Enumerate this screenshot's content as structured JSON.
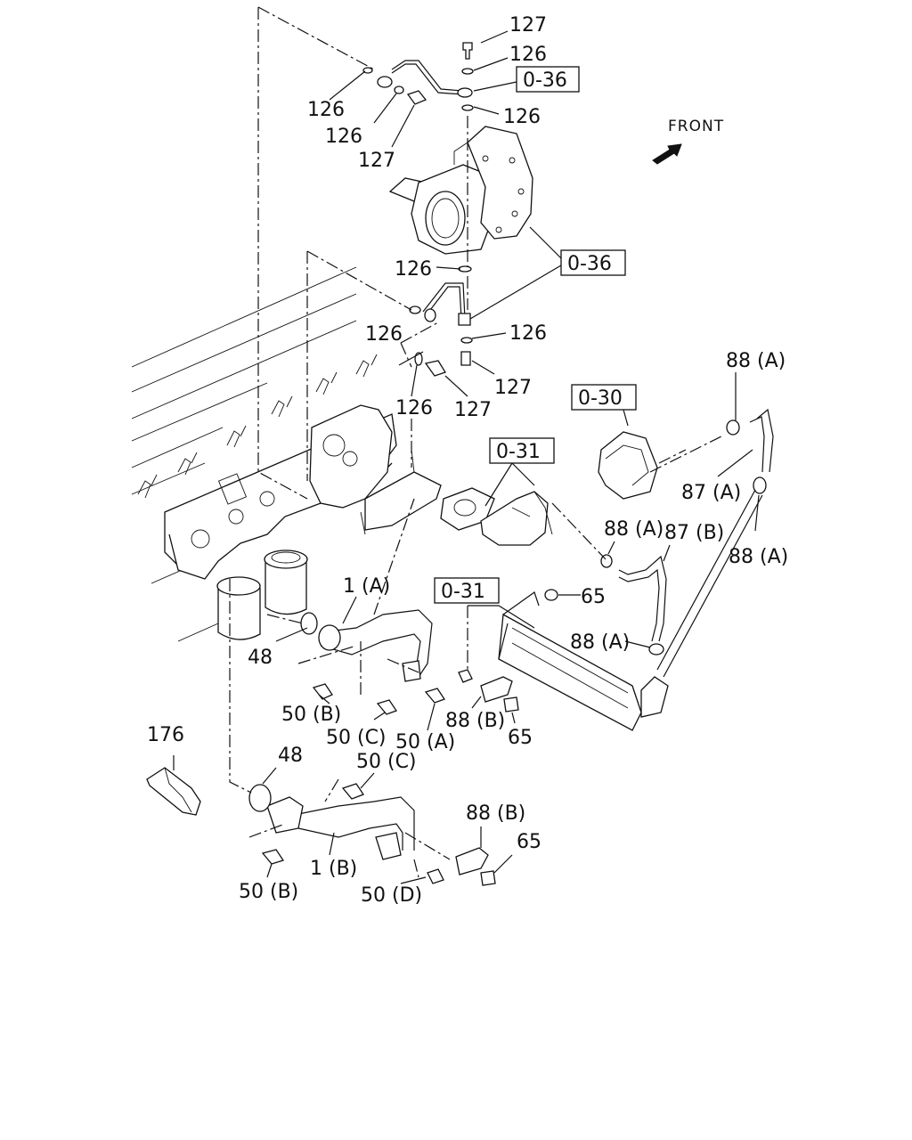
{
  "diagram": {
    "front_label": "FRONT",
    "references": [
      "0-36",
      "0-36",
      "0-30",
      "0-31",
      "0-31"
    ],
    "callouts": [
      "127",
      "126",
      "126",
      "126",
      "127",
      "126",
      "126",
      "126",
      "126",
      "127",
      "126",
      "127",
      "88 (A)",
      "87 (A)",
      "88 (A)",
      "88 (A)",
      "87 (B)",
      "88 (A)",
      "65",
      "1 (A)",
      "48",
      "50 (B)",
      "50 (C)",
      "50 (A)",
      "88 (B)",
      "65",
      "176",
      "48",
      "50 (C)",
      "88 (B)",
      "65",
      "1 (B)",
      "50 (B)",
      "50 (D)"
    ]
  }
}
